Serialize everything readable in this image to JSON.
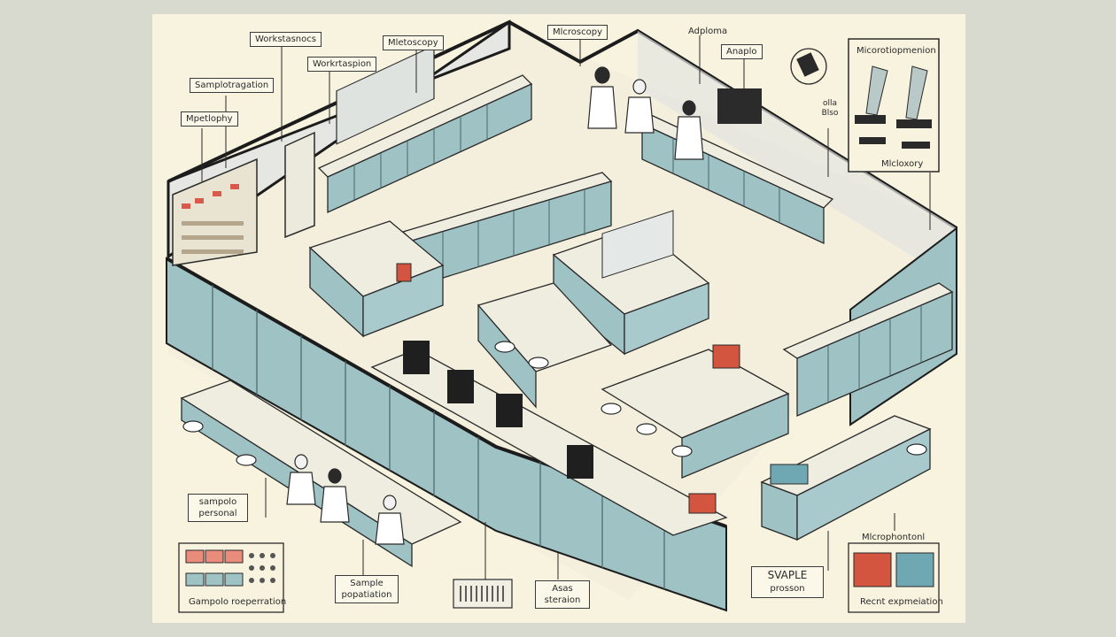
{
  "labels": {
    "workstations": "Workstasnocs",
    "workstation": "Workrtaspion",
    "microscopy_top": "Mletoscopy",
    "microscopy_mid": "Mlcroscopy",
    "adploma": "Adploma",
    "anaplo": "Anaplo",
    "sample_prep_top": "Samplotragation",
    "mpetlophy": "Mpetlophy",
    "micro_prep": "Micorotiopmenion",
    "micro_sub": "Mlcloxory",
    "side_small": "olla\nBlso",
    "sample_personal": "sampolo\npersonal",
    "sample_prep_bottom": "Gampolo roeperration",
    "sample_population": "Sample\npopatiation",
    "area_station": "Asas\nsteraion",
    "svaple_title": "SVAPLE",
    "svaple_sub": "prosson",
    "micro_bottom": "Mlcrophontonl",
    "recent_prep": "Recnt expmeiation"
  }
}
